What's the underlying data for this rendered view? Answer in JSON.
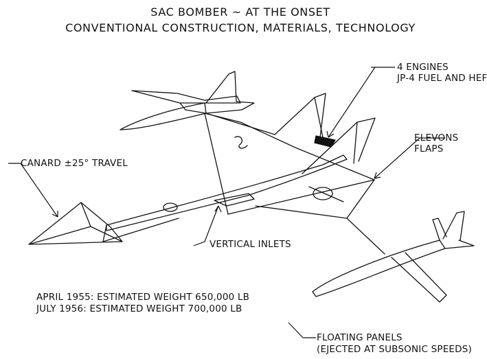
{
  "title": {
    "line1": "SAC BOMBER ~ AT THE ONSET",
    "line2": "CONVENTIONAL CONSTRUCTION, MATERIALS, TECHNOLOGY"
  },
  "callouts": {
    "engines_line1": "4 ENGINES",
    "engines_line2": "JP-4 FUEL AND HEF",
    "elevons_line1": "ELEVONS",
    "elevons_line2": "FLAPS",
    "canard": "CANARD ±25° TRAVEL",
    "inlets": "VERTICAL INLETS",
    "panels_line1": "FLOATING PANELS",
    "panels_line2": "(EJECTED AT SUBSONIC SPEEDS)"
  },
  "weights": {
    "row1": "APRIL 1955:  ESTIMATED WEIGHT 650,000 LB",
    "row2": "JULY 1956:  ESTIMATED WEIGHT 700,000 LB"
  }
}
